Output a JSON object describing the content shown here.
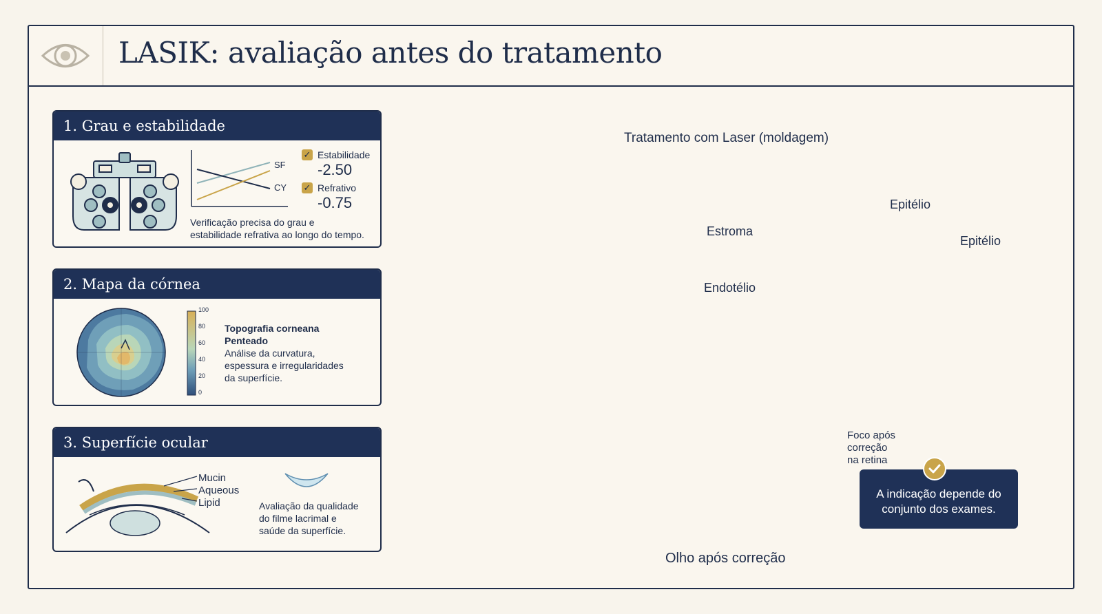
{
  "title": "LASIK: avaliação antes do tratamento",
  "cards": {
    "grau": {
      "title": "1. Grau e estabilidade",
      "line_sf": "SF",
      "line_cy": "CY",
      "check1_label": "Estabilidade",
      "check1_value": "-2.50",
      "check2_label": "Refrativo",
      "check2_value": "-0.75",
      "desc_line1": "Verificação precisa do grau e",
      "desc_line2": "estabilidade refrativa ao longo do tempo."
    },
    "mapa": {
      "title": "2. Mapa da córnea",
      "scale": [
        "100",
        "80",
        "60",
        "40",
        "20",
        "0"
      ],
      "heading1": "Topografia corneana",
      "heading2": "Penteado",
      "desc_line1": "Análise da curvatura,",
      "desc_line2": "espessura e irregularidades",
      "desc_line3": "da superfície."
    },
    "superficie": {
      "title": "3. Superfície ocular",
      "layer1": "Mucin",
      "layer2": "Aqueous",
      "layer3": "Lipid",
      "desc_line1": "Avaliação da qualidade",
      "desc_line2": "do filme lacrimal e",
      "desc_line3": "saúde da superfície."
    }
  },
  "cornea": {
    "laser_label": "Tratamento com Laser (moldagem)",
    "epitelio1": "Epitélio",
    "epitelio2": "Epitélio",
    "estroma": "Estroma",
    "endotelio": "Endotélio"
  },
  "eye": {
    "focus_line1": "Foco após",
    "focus_line2": "correção",
    "focus_line3": "na retina",
    "caption": "Olho após correção"
  },
  "callout": {
    "line1": "A indicação depende do",
    "line2": "conjunto dos exames."
  },
  "colors": {
    "navy": "#1f3157",
    "gold": "#c9a449",
    "teal": "#8fb3b8",
    "cream": "#f8f4ec"
  }
}
